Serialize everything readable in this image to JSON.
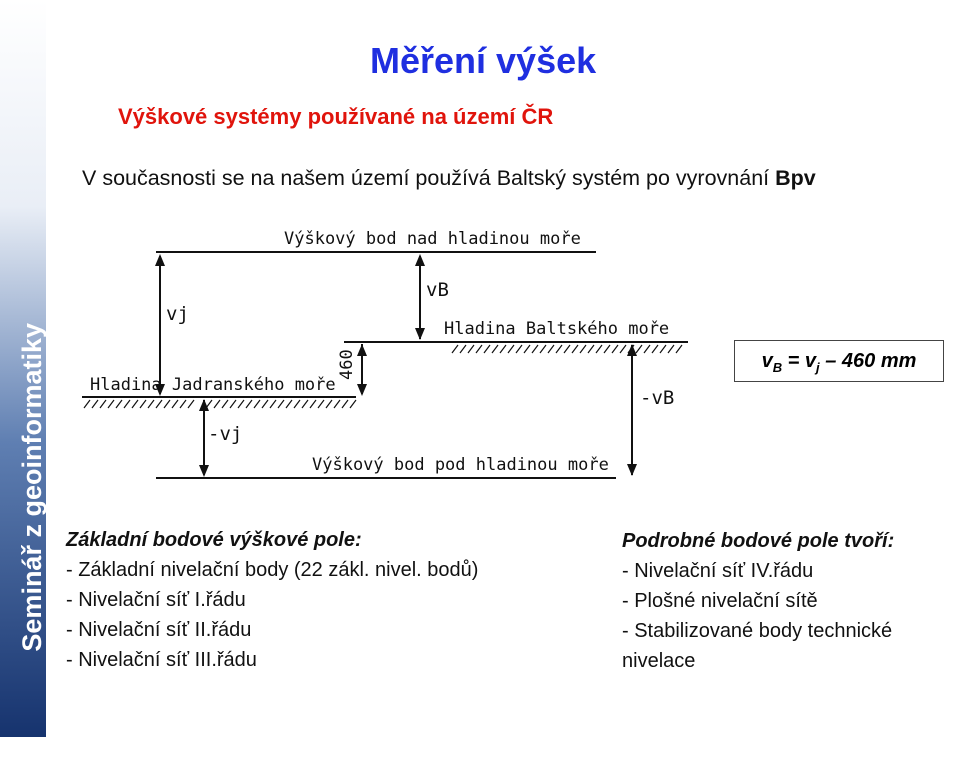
{
  "sidebar": {
    "text": "Seminář z geoinformatiky"
  },
  "header": {
    "title": "Měření výšek",
    "subtitle": "Výškové systémy používané na území ČR"
  },
  "intro": {
    "text": "V současnosti se na našem území používá Baltský systém po vyrovnání",
    "bold": "Bpv"
  },
  "diagram": {
    "label_top": "Výškový bod nad hladinou moře",
    "label_baltic": "Hladina Baltského moře",
    "label_adriatic": "Hladina Jadranského moře",
    "label_bottom": "Výškový bod pod hladinou moře",
    "label_vj": "vj",
    "label_vb": "vB",
    "label_460": "460",
    "label_minus_vj": "-vj",
    "label_minus_vb": "-vB"
  },
  "formula": {
    "v": "v",
    "sub_b": "B",
    "eq": " = v",
    "sub_j": "j",
    "tail": " – 460 mm"
  },
  "left_column": {
    "heading": "Základní bodové výškové pole:",
    "items": [
      "- Základní nivelační body (22 zákl. nivel. bodů)",
      "- Nivelační síť I.řádu",
      "- Nivelační síť II.řádu",
      "- Nivelační síť III.řádu"
    ]
  },
  "right_column": {
    "heading": "Podrobné bodové pole tvoří:",
    "items": [
      "- Nivelační síť IV.řádu",
      "- Plošné nivelační sítě",
      "- Stabilizované body technické",
      "nivelace"
    ]
  }
}
